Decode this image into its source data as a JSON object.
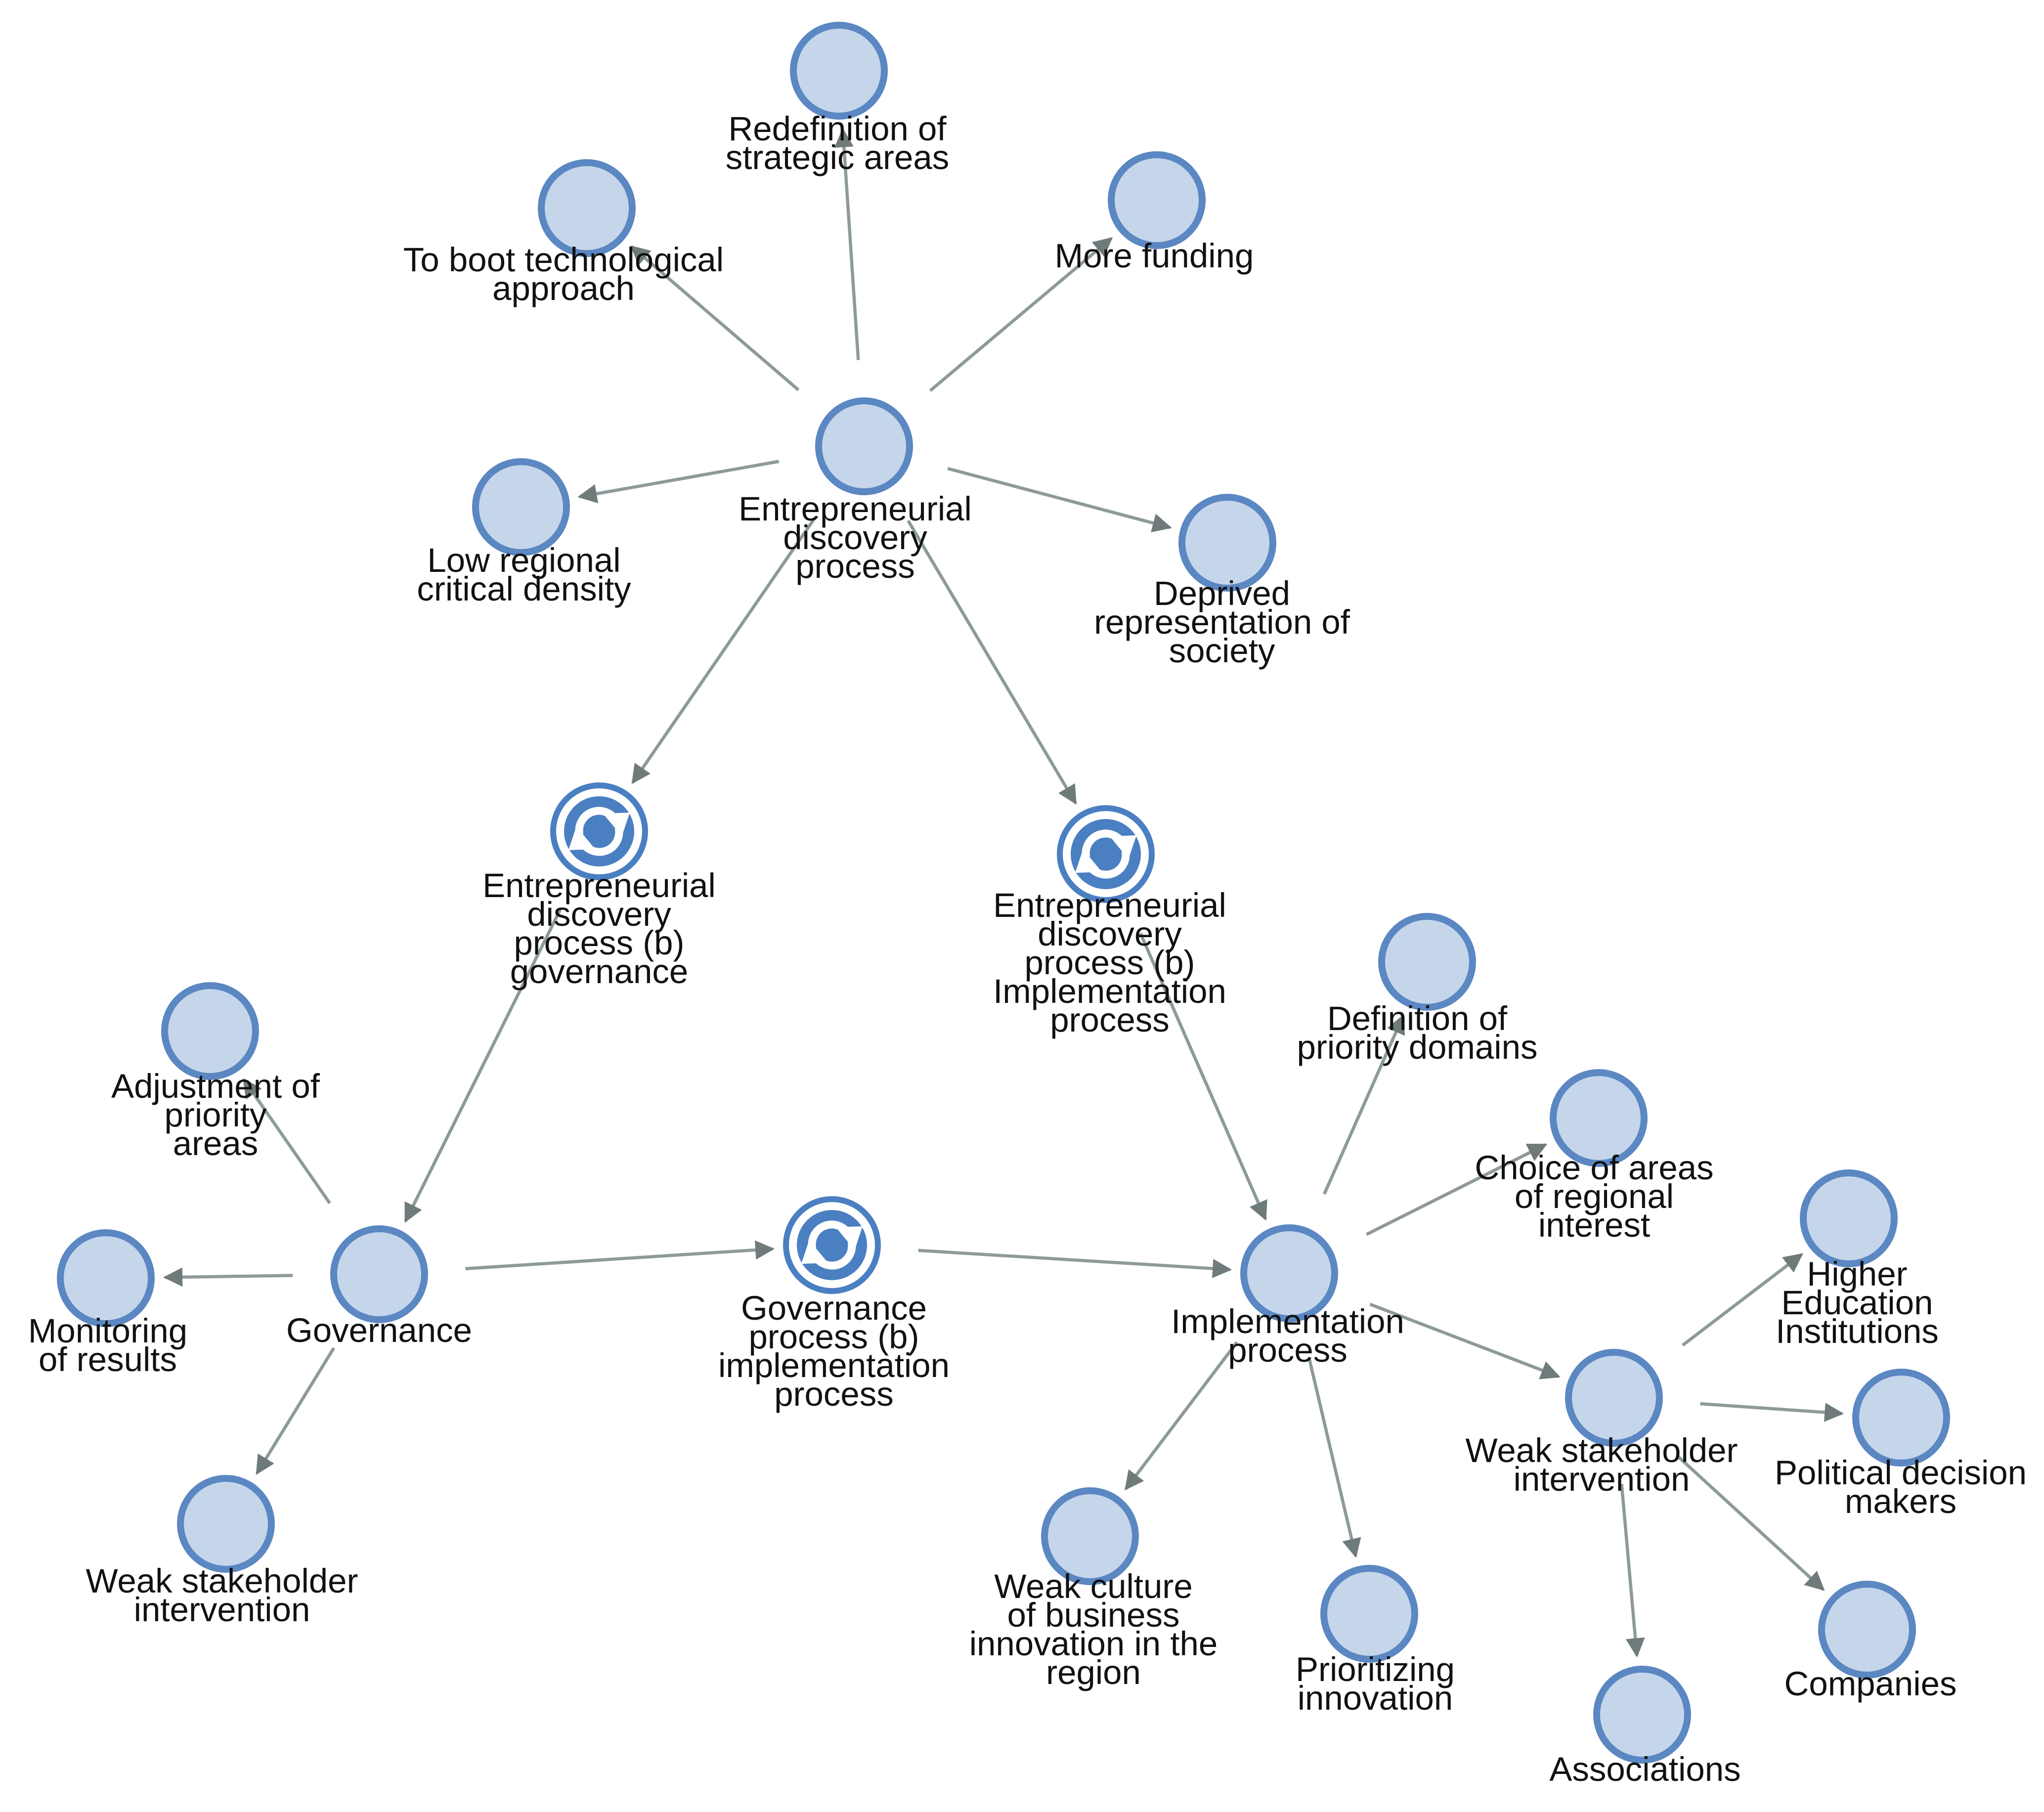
{
  "colors": {
    "node_fill": "#c5d6eb",
    "node_stroke": "#5b87c2",
    "edge": "#8e9a9a",
    "cycle_icon": "#4a7fc2",
    "text": "#111111"
  },
  "nodes": {
    "edp": {
      "kind": "circle",
      "lines": [
        "Entrepreneurial",
        "discovery",
        "process"
      ]
    },
    "redef": {
      "kind": "circle",
      "lines": [
        "Redefinition of",
        "strategic areas"
      ]
    },
    "boot": {
      "kind": "circle",
      "lines": [
        "To boot technological",
        "approach"
      ]
    },
    "funding": {
      "kind": "circle",
      "lines": [
        "More funding"
      ]
    },
    "lowdensity": {
      "kind": "circle",
      "lines": [
        "Low regional",
        "critical density"
      ]
    },
    "deprived": {
      "kind": "circle",
      "lines": [
        "Deprived",
        "representation of",
        "society"
      ]
    },
    "edp_gov": {
      "kind": "cycle-icon",
      "lines": [
        "Entrepreneurial",
        "discovery",
        "process (b)",
        "governance"
      ]
    },
    "edp_impl": {
      "kind": "cycle-icon",
      "lines": [
        "Entrepreneurial",
        "discovery",
        "process (b)",
        "Implementation",
        "process"
      ]
    },
    "governance": {
      "kind": "circle",
      "lines": [
        "Governance"
      ]
    },
    "adjust": {
      "kind": "circle",
      "lines": [
        "Adjustment of",
        "priority",
        "areas"
      ]
    },
    "monitor": {
      "kind": "circle",
      "lines": [
        "Monitoring",
        "of results"
      ]
    },
    "weak_gov": {
      "kind": "circle",
      "lines": [
        "Weak stakeholder",
        "intervention"
      ]
    },
    "gov_impl": {
      "kind": "cycle-icon",
      "lines": [
        "Governance",
        "process (b)",
        "implementation",
        "process"
      ]
    },
    "impl": {
      "kind": "circle",
      "lines": [
        "Implementation",
        "process"
      ]
    },
    "defprio": {
      "kind": "circle",
      "lines": [
        "Definition of",
        "priority domains"
      ]
    },
    "choice": {
      "kind": "circle",
      "lines": [
        "Choice of areas",
        "of regional",
        "interest"
      ]
    },
    "weakculture": {
      "kind": "circle",
      "lines": [
        "Weak culture",
        "of business",
        "innovation in the",
        "region"
      ]
    },
    "prioinno": {
      "kind": "circle",
      "lines": [
        "Prioritizing",
        "innovation"
      ]
    },
    "weak_impl": {
      "kind": "circle",
      "lines": [
        "Weak stakeholder",
        "intervention"
      ]
    },
    "hei": {
      "kind": "circle",
      "lines": [
        "Higher",
        "Education",
        "Institutions"
      ]
    },
    "political": {
      "kind": "circle",
      "lines": [
        "Political decision",
        "makers"
      ]
    },
    "companies": {
      "kind": "circle",
      "lines": [
        "Companies"
      ]
    },
    "associations": {
      "kind": "circle",
      "lines": [
        "Associations"
      ]
    }
  },
  "edges": [
    [
      "edp",
      "redef"
    ],
    [
      "edp",
      "boot"
    ],
    [
      "edp",
      "funding"
    ],
    [
      "edp",
      "lowdensity"
    ],
    [
      "edp",
      "deprived"
    ],
    [
      "edp",
      "edp_gov"
    ],
    [
      "edp",
      "edp_impl"
    ],
    [
      "edp_gov",
      "governance"
    ],
    [
      "edp_impl",
      "impl"
    ],
    [
      "governance",
      "adjust"
    ],
    [
      "governance",
      "monitor"
    ],
    [
      "governance",
      "weak_gov"
    ],
    [
      "governance",
      "gov_impl"
    ],
    [
      "gov_impl",
      "impl"
    ],
    [
      "impl",
      "defprio"
    ],
    [
      "impl",
      "choice"
    ],
    [
      "impl",
      "weakculture"
    ],
    [
      "impl",
      "prioinno"
    ],
    [
      "impl",
      "weak_impl"
    ],
    [
      "weak_impl",
      "hei"
    ],
    [
      "weak_impl",
      "political"
    ],
    [
      "weak_impl",
      "companies"
    ],
    [
      "weak_impl",
      "associations"
    ]
  ]
}
